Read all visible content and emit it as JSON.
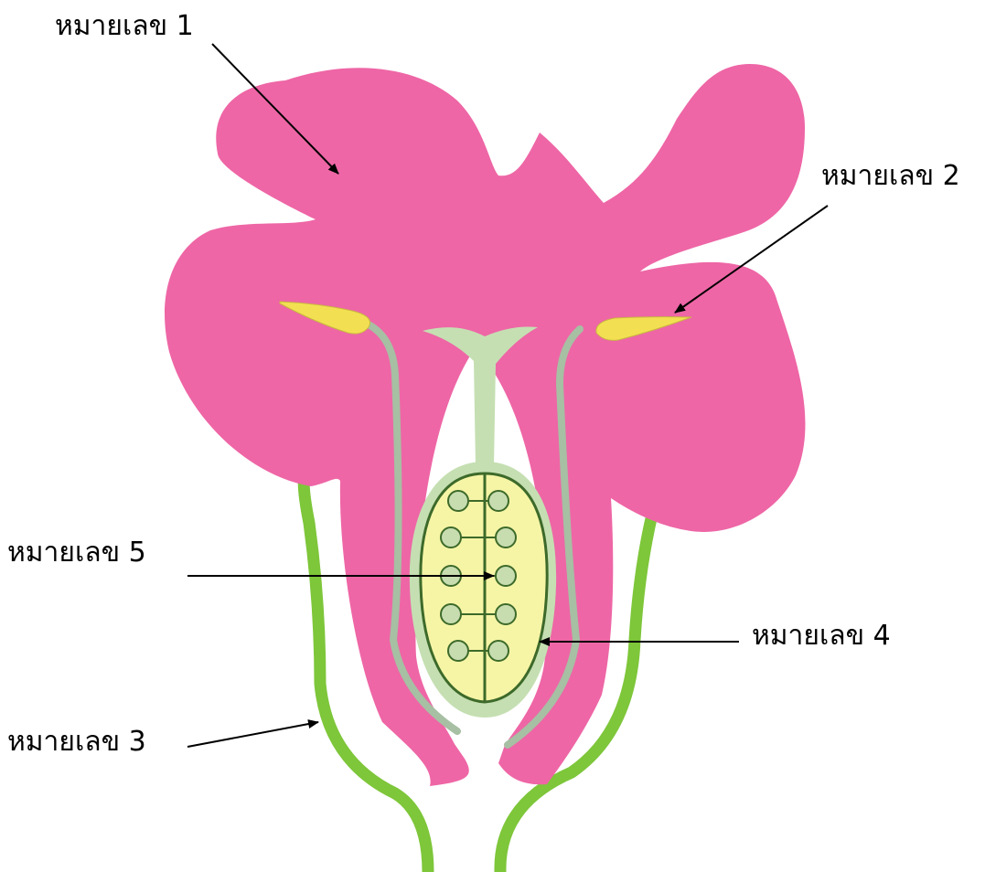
{
  "labels": {
    "one": "หมายเลข 1",
    "two": "หมายเลข 2",
    "three": "หมายเลข 3",
    "four": "หมายเลข 4",
    "five": "หมายเลข 5"
  },
  "colors": {
    "petal": "#ee66a6",
    "sepal": "#7ec63a",
    "pistil": "#c5dfb2",
    "ovary_fill": "#f6f5a6",
    "ovary_outline": "#3d6a2a",
    "ovule": "#c7ddb0",
    "filament": "#a7bfa3",
    "anther": "#f2e052",
    "arrow": "#000000"
  }
}
